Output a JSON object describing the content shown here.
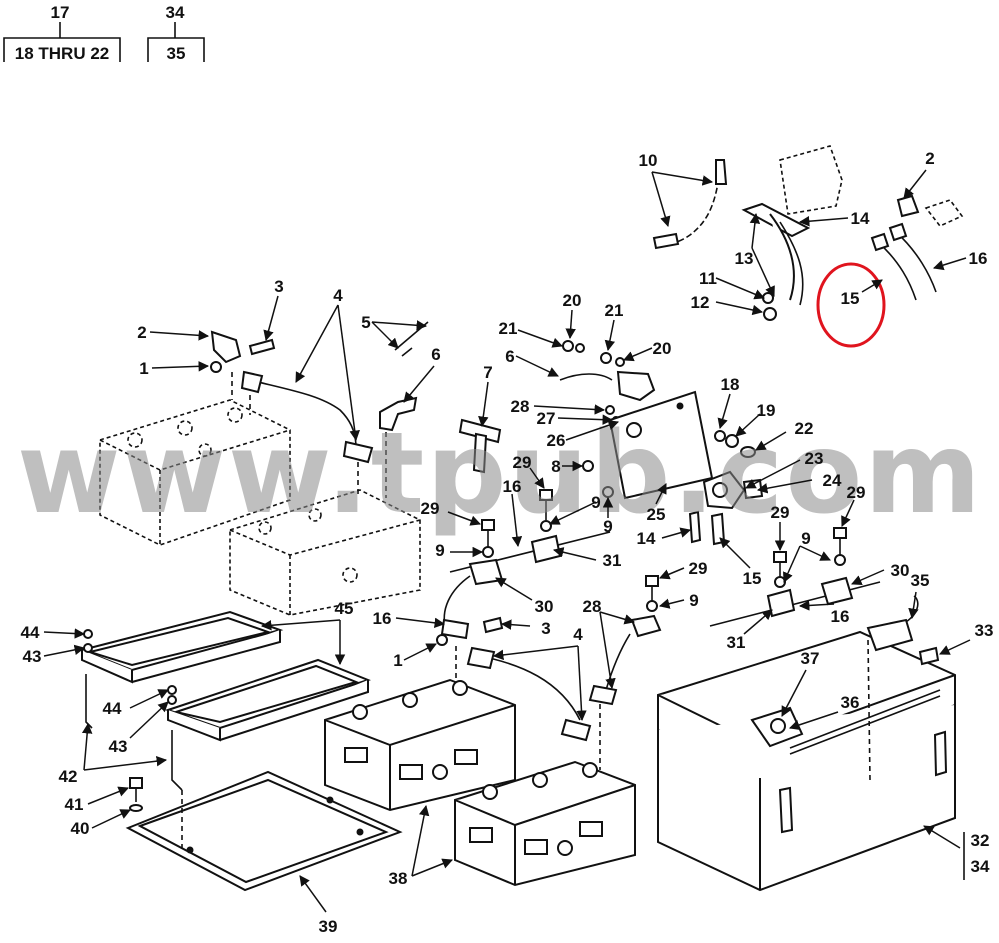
{
  "header": {
    "ref1_number": "17",
    "ref1_box": "18 THRU 22",
    "ref2_number": "34",
    "ref2_box": "35"
  },
  "watermark": "www.tpub.com",
  "highlight_color": "#e0141e",
  "callouts": {
    "c10": "10",
    "c2a": "2",
    "c14a": "14",
    "c13": "13",
    "c16a": "16",
    "c11": "11",
    "c12": "12",
    "c15a": "15",
    "c3a": "3",
    "c4a": "4",
    "c5": "5",
    "c2b": "2",
    "c1a": "1",
    "c6a": "6",
    "c20a": "20",
    "c21a": "21",
    "c21b": "21",
    "c20b": "20",
    "c6b": "6",
    "c7": "7",
    "c28a": "28",
    "c27": "27",
    "c26": "26",
    "c18": "18",
    "c19": "19",
    "c22": "22",
    "c29a": "29",
    "c8": "8",
    "c9a": "9",
    "c23": "23",
    "c24": "24",
    "c29b": "29",
    "c16b": "16",
    "c9b": "9",
    "c25": "25",
    "c29c": "29",
    "c9c": "9",
    "c31a": "31",
    "c14b": "14",
    "c15b": "15",
    "c29d": "29",
    "c9d": "9",
    "c29e": "29",
    "c9e": "9",
    "c30a": "30",
    "c16c": "16",
    "c3b": "3",
    "c1b": "1",
    "c28b": "28",
    "c4b": "4",
    "c35": "35",
    "c30b": "30",
    "c31b": "31",
    "c16d": "16",
    "c33": "33",
    "c44a": "44",
    "c43a": "43",
    "c45": "45",
    "c44b": "44",
    "c43b": "43",
    "c42": "42",
    "c41": "41",
    "c40": "40",
    "c37": "37",
    "c36": "36",
    "c38": "38",
    "c39": "39",
    "c32": "32",
    "c34": "34"
  }
}
